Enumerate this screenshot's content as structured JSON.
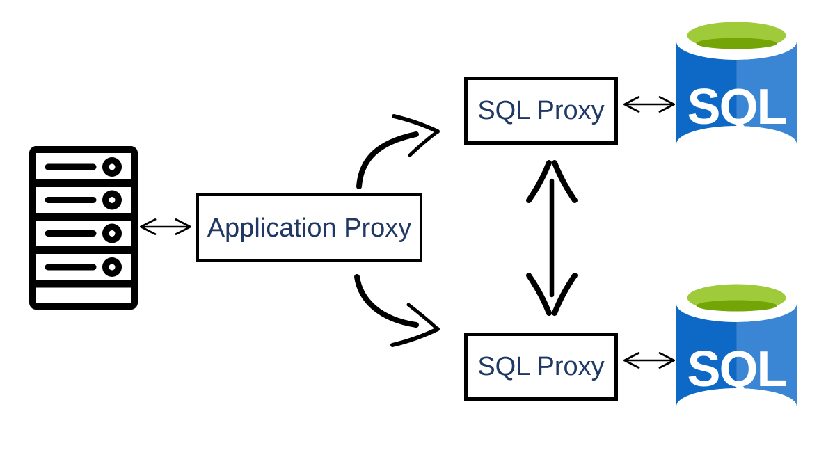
{
  "nodes": {
    "server": {
      "icon": "rack-server-icon"
    },
    "app_proxy": {
      "label": "Application Proxy"
    },
    "sql_proxy_top": {
      "label": "SQL Proxy"
    },
    "sql_proxy_bottom": {
      "label": "SQL Proxy"
    },
    "sql_db_top": {
      "label": "SQL",
      "icon": "azure-sql-database-icon"
    },
    "sql_db_bottom": {
      "label": "SQL",
      "icon": "azure-sql-database-icon"
    }
  },
  "connections": [
    {
      "from": "server",
      "to": "app_proxy",
      "type": "double-headed-horizontal-arrow"
    },
    {
      "from": "app_proxy",
      "to": "sql_proxy_top",
      "type": "curved-arrow"
    },
    {
      "from": "app_proxy",
      "to": "sql_proxy_bottom",
      "type": "curved-arrow"
    },
    {
      "from": "sql_proxy_top",
      "to": "sql_proxy_bottom",
      "type": "double-headed-vertical-arrow"
    },
    {
      "from": "sql_proxy_top",
      "to": "sql_db_top",
      "type": "double-headed-horizontal-arrow"
    },
    {
      "from": "sql_proxy_bottom",
      "to": "sql_db_bottom",
      "type": "double-headed-horizontal-arrow"
    }
  ],
  "colors": {
    "background": "#ffffff",
    "box_border": "#000000",
    "label_text": "#1f3864",
    "arrow": "#000000",
    "server_icon": "#000000",
    "db_body_left": "#0d68c6",
    "db_body_right": "#3a86d4",
    "db_top_ring": "#9fca3a",
    "db_top_inner": "#74a506",
    "db_label": "#ffffff"
  }
}
